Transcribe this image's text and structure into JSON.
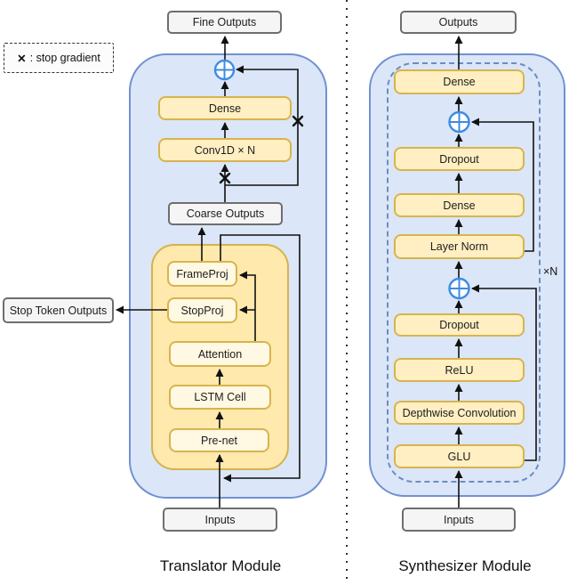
{
  "legend": {
    "symbol": "✕",
    "label": ": stop gradient"
  },
  "translator": {
    "title": "Translator Module",
    "io": {
      "fine_outputs": "Fine Outputs",
      "coarse_outputs": "Coarse Outputs",
      "stop_token_outputs": "Stop Token Outputs",
      "inputs": "Inputs"
    },
    "blocks": {
      "dense": "Dense",
      "conv1d": "Conv1D × N",
      "frameproj": "FrameProj",
      "stopproj": "StopProj",
      "attention": "Attention",
      "lstm_cell": "LSTM Cell",
      "pre_net": "Pre-net"
    }
  },
  "synthesizer": {
    "title": "Synthesizer Module",
    "repeat_label": "×N",
    "io": {
      "outputs": "Outputs",
      "inputs": "Inputs"
    },
    "blocks": {
      "dense_top": "Dense",
      "dropout_top": "Dropout",
      "dense_mid": "Dense",
      "layer_norm": "Layer Norm",
      "dropout_mid": "Dropout",
      "relu": "ReLU",
      "depthwise_conv": "Depthwise Convolution",
      "glu": "GLU"
    }
  },
  "colors": {
    "container_fill": "#dbe6f8",
    "container_border": "#7191d1",
    "dashed_border": "#6c8ebf",
    "block_fill": "#ffefc2",
    "block_border": "#d8b44e",
    "inner_container_fill": "#ffe9ad",
    "inner_block_fill": "#fff8e2",
    "io_fill": "#f5f5f5",
    "io_border": "#6e6e6e",
    "add_op_blue": "#3d8be4",
    "arrow": "#111111"
  }
}
